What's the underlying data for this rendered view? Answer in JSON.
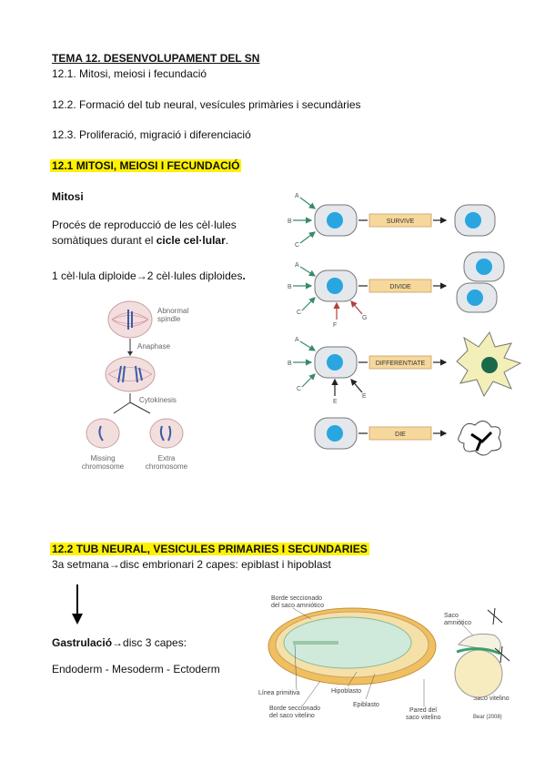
{
  "doc": {
    "title": "TEMA 12. DESENVOLUPAMENT DEL SN",
    "toc": [
      "12.1. Mitosi, meiosi i fecundació",
      "12.2. Formació del tub neural, vesícules primàries i secundàries",
      "12.3. Proliferació, migració i diferenciació"
    ],
    "section1": {
      "heading": "12.1 MITOSI, MEIOSI I FECUNDACIÓ",
      "subheading": "Mitosi",
      "para_line1": "Procés de reproducció de les cèl·lules",
      "para_line2_pre": "somàtiques durant el ",
      "para_line2_bold": "cicle cel·lular",
      "para_line2_post": ".",
      "diploid_pre": "1 cèl·lula diploide→2 cèl·lules diploides",
      "diploid_bold": "."
    },
    "section2": {
      "heading": "12.2 TUB NEURAL, VESICULES PRIMARIES I SECUNDARIES",
      "week_line": "3a setmana→disc embrionari 2 capes: epiblast i hipoblast",
      "gastrulation_bold": "Gastrulació",
      "gastrulation_rest": "→disc 3 capes:",
      "layers": "Endoderm - Mesoderm - Ectoderm"
    }
  },
  "mitosis_figure": {
    "label_abnormal_line1": "Abnormal",
    "label_abnormal_line2": "spindle",
    "label_anaphase": "Anaphase",
    "label_cytokinesis": "Cytokinesis",
    "label_missing_line1": "Missing",
    "label_missing_line2": "chromosome",
    "label_extra_line1": "Extra",
    "label_extra_line2": "chromosome"
  },
  "fate_figure": {
    "row1": {
      "box": "SURVIVE",
      "signals": [
        "A",
        "B",
        "C"
      ]
    },
    "row2": {
      "box": "DIVIDE",
      "signals": [
        "A",
        "B",
        "C",
        "F",
        "G"
      ]
    },
    "row3": {
      "box": "DIFFERENTIATE",
      "signals": [
        "A",
        "B",
        "C",
        "E",
        "E"
      ]
    },
    "row4": {
      "box": "DIE"
    }
  },
  "embryo_figure": {
    "label_amnion_edge_line1": "Borde seccionado",
    "label_amnion_edge_line2": "del saco amniótico",
    "label_amniotic_sac_line1": "Saco",
    "label_amniotic_sac_line2": "amniótico",
    "label_primitive_line": "Línea primitiva",
    "label_hypoblast": "Hipoblasto",
    "label_epiblast": "Epiblasto",
    "label_yolk_edge_line1": "Borde seccionado",
    "label_yolk_edge_line2": "del saco vitelino",
    "label_yolk_wall_line1": "Pared del",
    "label_yolk_wall_line2": "saco vitelino",
    "label_yolk_sac": "Saco vitelino",
    "label_credit": "Bear (2008)"
  }
}
